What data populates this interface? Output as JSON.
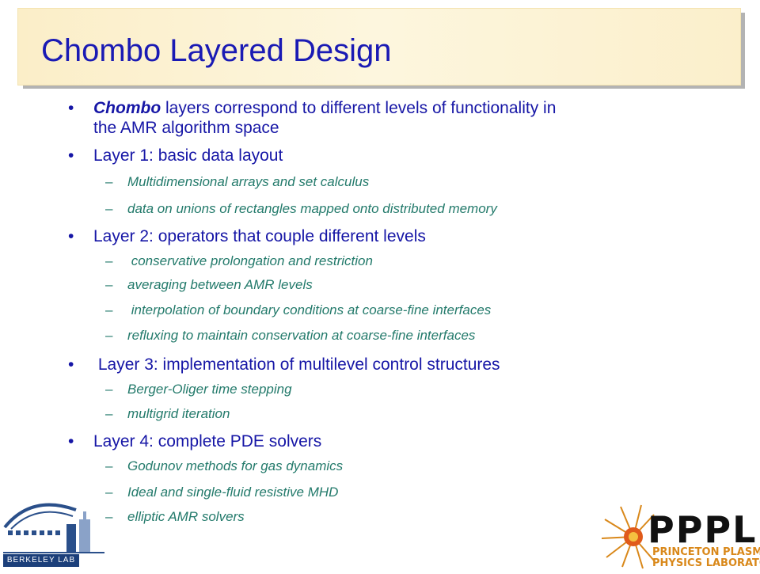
{
  "slide": {
    "title": "Chombo Layered Design",
    "bullet_char": "•",
    "dash_char": "–",
    "items": [
      {
        "level": 1,
        "lines": [
          "layers correspond to different levels of functionality in",
          "the AMR algorithm space"
        ],
        "emph": "Chombo"
      },
      {
        "level": 1,
        "lines": [
          "Layer 1: basic data layout"
        ]
      },
      {
        "level": 2,
        "text": "Multidimensional arrays and set calculus"
      },
      {
        "level": 2,
        "text": "data on unions of rectangles mapped onto distributed memory"
      },
      {
        "level": 1,
        "lines": [
          "Layer 2: operators that couple different levels"
        ]
      },
      {
        "level": 2,
        "text": " conservative prolongation and restriction"
      },
      {
        "level": 2,
        "text": "averaging between AMR levels"
      },
      {
        "level": 2,
        "text": " interpolation of boundary conditions at coarse-fine interfaces"
      },
      {
        "level": 2,
        "text": "refluxing to maintain conservation at coarse-fine interfaces"
      },
      {
        "level": 1,
        "lines": [
          " Layer 3: implementation of multilevel control structures"
        ]
      },
      {
        "level": 2,
        "text": "Berger-Oliger time stepping"
      },
      {
        "level": 2,
        "text": "multigrid iteration"
      },
      {
        "level": 1,
        "lines": [
          "Layer 4: complete PDE solvers"
        ]
      },
      {
        "level": 2,
        "text": "Godunov methods for gas dynamics"
      },
      {
        "level": 2,
        "text": "Ideal and single-fluid resistive MHD"
      },
      {
        "level": 2,
        "text": "elliptic AMR solvers"
      }
    ]
  },
  "logos": {
    "left_text": "BERKELEY LAB",
    "right_big": "PPPL",
    "right_line1": "PRINCETON PLASMA",
    "right_line2": "PHYSICS LABORATORY"
  },
  "colors": {
    "title": "#1a1ab4",
    "level1": "#1616a6",
    "level2": "#237a6b",
    "title_bg": "#fbeec8"
  }
}
